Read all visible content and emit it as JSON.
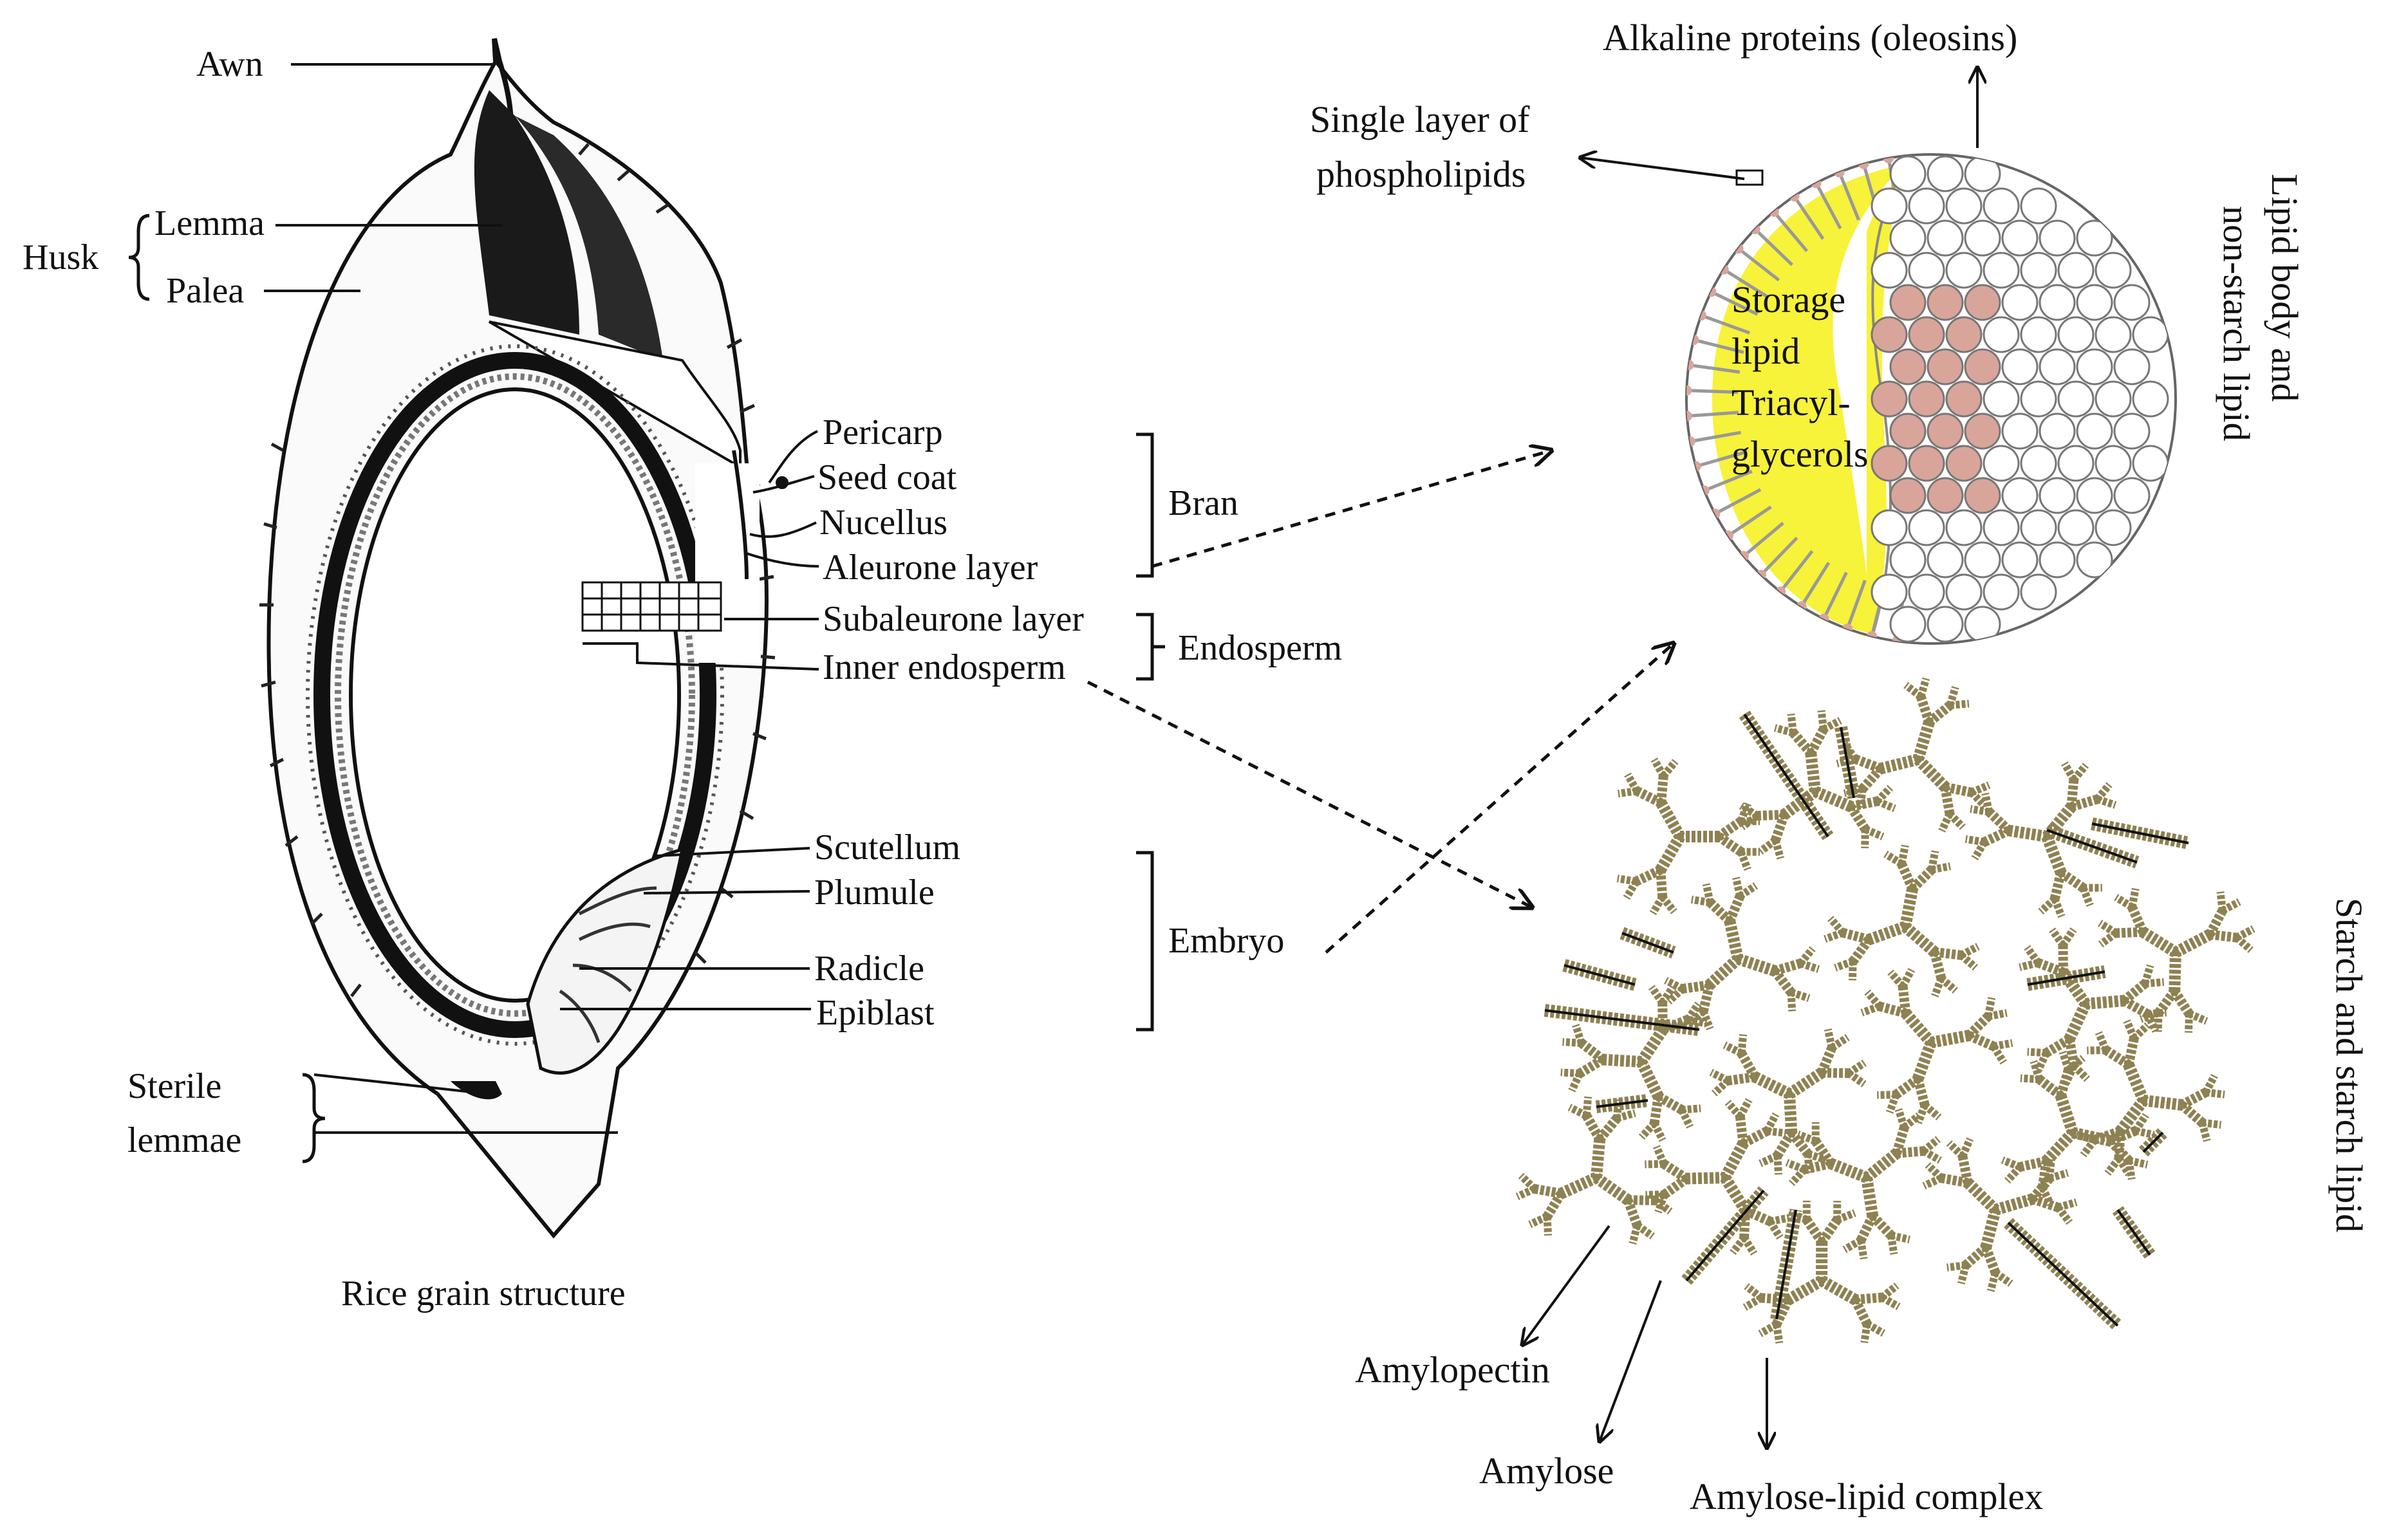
{
  "grain": {
    "caption": "Rice grain structure",
    "labels": {
      "awn": "Awn",
      "husk": "Husk",
      "lemma": "Lemma",
      "palea": "Palea",
      "sterile1": "Sterile",
      "sterile2": "lemmae",
      "pericarp": "Pericarp",
      "seed_coat": "Seed coat",
      "nucellus": "Nucellus",
      "aleurone": "Aleurone layer",
      "subaleurone": "Subaleurone layer",
      "inner_endosperm": "Inner endosperm",
      "scutellum": "Scutellum",
      "plumule": "Plumule",
      "radicle": "Radicle",
      "epiblast": "Epiblast"
    },
    "groups": {
      "bran": "Bran",
      "endosperm": "Endosperm",
      "embryo": "Embryo"
    }
  },
  "lipid_body": {
    "proteins": "Alkaline proteins (oleosins)",
    "phospho1": "Single layer of",
    "phospho2": "phospholipids",
    "core1": "Storage",
    "core2": "lipid",
    "core3": "Triacyl-",
    "core4": "glycerols",
    "side1": "Lipid body and",
    "side2": "non-starch lipid"
  },
  "starch": {
    "amylopectin": "Amylopectin",
    "amylose": "Amylose",
    "complex": "Amylose-lipid complex",
    "side": "Starch and starch lipid"
  },
  "colors": {
    "ink": "#111111",
    "lipid_core": "#f7f23a",
    "oleosin": "#d9a59a",
    "starch": "#8e8152"
  }
}
